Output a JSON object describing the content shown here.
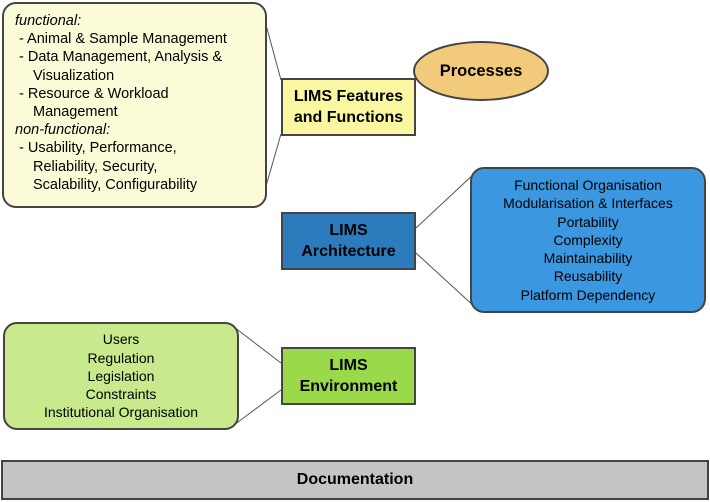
{
  "colors": {
    "features_detail_bg": "#fcfbd8",
    "features_box_bg": "#fbf6a0",
    "processes_bg": "#f2ca7c",
    "architecture_box_bg": "#2b7bbd",
    "architecture_detail_bg": "#3a97e0",
    "environment_detail_bg": "#c9ea8c",
    "environment_box_bg": "#9ad94a",
    "documentation_bg": "#c4c4c4"
  },
  "features": {
    "title_line1": "LIMS Features",
    "title_line2": "and Functions",
    "detail": {
      "functional_label": "functional:",
      "functional_items": [
        {
          "first": "- Animal & Sample Management",
          "cont": ""
        },
        {
          "first": "- Data Management, Analysis &",
          "cont": "Visualization"
        },
        {
          "first": "- Resource & Workload",
          "cont": "Management"
        }
      ],
      "nonfunctional_label": "non-functional:",
      "nonfunctional_items": [
        {
          "first": "- Usability, Performance,",
          "cont1": "Reliability, Security,",
          "cont2": "Scalability, Configurability"
        }
      ]
    }
  },
  "processes": {
    "label": "Processes"
  },
  "architecture": {
    "title_line1": "LIMS",
    "title_line2": "Architecture",
    "items": [
      "Functional Organisation",
      "Modularisation & Interfaces",
      "Portability",
      "Complexity",
      "Maintainability",
      "Reusability",
      "Platform Dependency"
    ]
  },
  "environment": {
    "title_line1": "LIMS",
    "title_line2": "Environment",
    "items": [
      "Users",
      "Regulation",
      "Legislation",
      "Constraints",
      "Institutional Organisation"
    ]
  },
  "documentation": {
    "label": "Documentation"
  }
}
